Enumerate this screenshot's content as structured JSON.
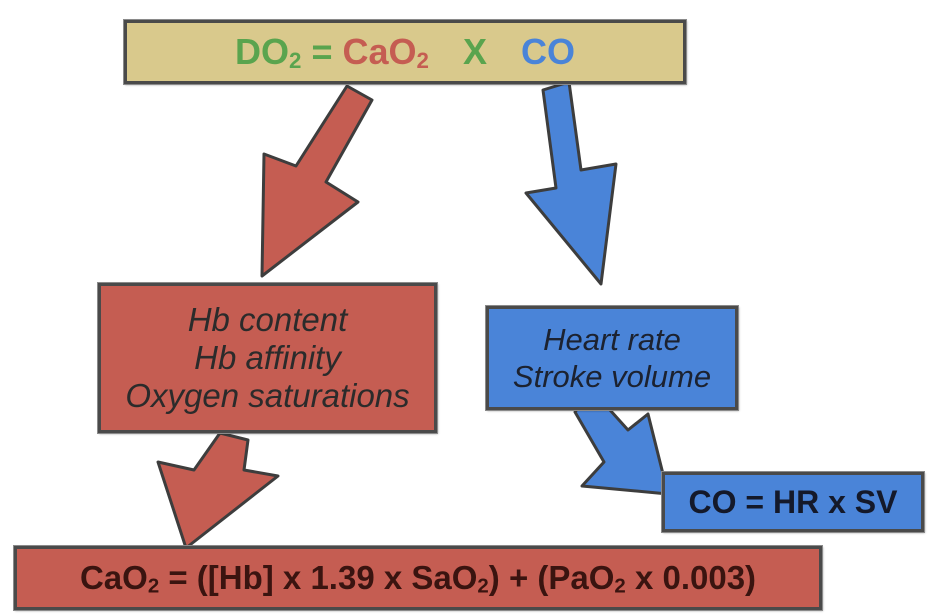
{
  "colors": {
    "green": "#5aa44e",
    "red": "#c55d52",
    "blue": "#4a84d8",
    "tan": "#d9c98c"
  },
  "top_equation": {
    "do2": "DO",
    "do2_sub": "2",
    "equals": " = ",
    "cao2": "CaO",
    "cao2_sub": "2",
    "times": "X",
    "co": "CO"
  },
  "left_box": {
    "line1": "Hb content",
    "line2": "Hb affinity",
    "line3": "Oxygen saturations"
  },
  "right_box": {
    "line1": "Heart rate",
    "line2": "Stroke volume"
  },
  "co_formula": "CO = HR x SV",
  "bottom_formula": {
    "part1": "CaO",
    "sub1": "2",
    "part2": " = ([Hb] x 1.39 x SaO",
    "sub2": "2",
    "part3": ") + (PaO",
    "sub3": "2",
    "part4": " x 0.003)"
  }
}
